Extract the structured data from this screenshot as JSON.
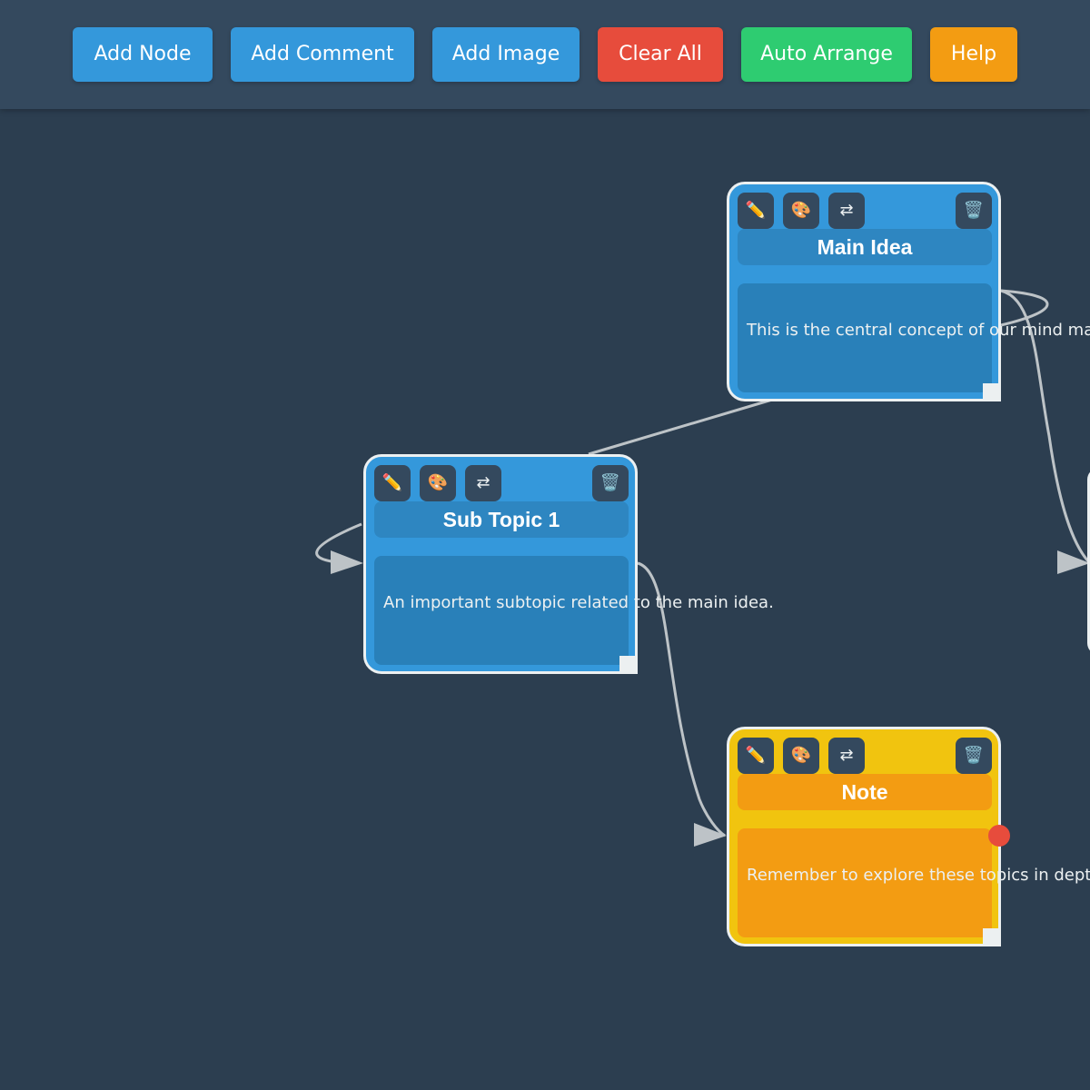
{
  "toolbar": {
    "buttons": [
      {
        "label": "Add Node",
        "color": "#3498db"
      },
      {
        "label": "Add Comment",
        "color": "#3498db"
      },
      {
        "label": "Add Image",
        "color": "#3498db"
      },
      {
        "label": "Clear All",
        "color": "#e74c3c"
      },
      {
        "label": "Auto Arrange",
        "color": "#2ecc71"
      },
      {
        "label": "Help",
        "color": "#f39c12"
      }
    ]
  },
  "node_buttons": {
    "edit": {
      "icon": "pencil-icon",
      "glyph": "✏️"
    },
    "color": {
      "icon": "palette-icon",
      "glyph": "🎨"
    },
    "connect": {
      "icon": "swap-arrows-icon",
      "glyph": "⇄"
    },
    "delete": {
      "icon": "trash-icon",
      "glyph": "🗑️"
    }
  },
  "nodes": [
    {
      "id": "main-idea",
      "title": "Main Idea",
      "text": "This is the central concept of our mind map",
      "color": "#3498db"
    },
    {
      "id": "sub-topic-1",
      "title": "Sub Topic 1",
      "text": "An important subtopic related to the main idea.",
      "color": "#3498db"
    },
    {
      "id": "note",
      "title": "Note",
      "text": "Remember to explore these topics in depth",
      "color": "#f1c40f"
    }
  ],
  "colors": {
    "background": "#2c3e50",
    "toolbar": "#34495e",
    "link": "#bdc3c7",
    "connector_dot": "#e74c3c"
  }
}
